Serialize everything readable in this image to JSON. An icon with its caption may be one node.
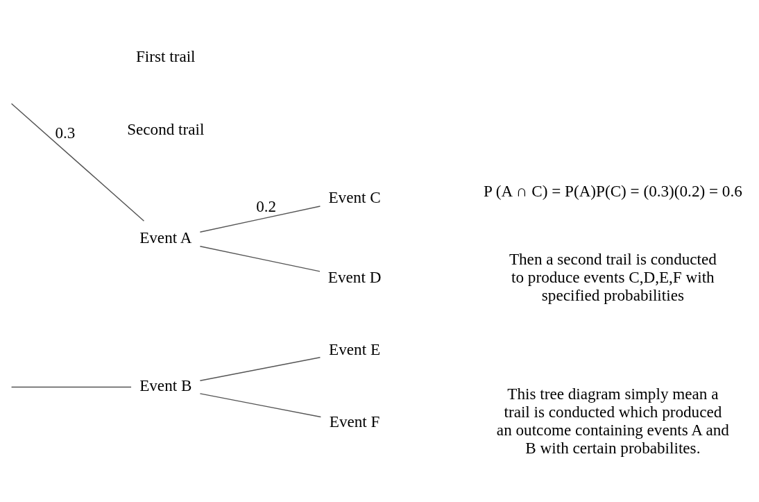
{
  "diagram": {
    "nodes": [
      {
        "text": [
          "Event A"
        ]
      },
      {
        "text": [
          "Event B"
        ]
      },
      {
        "text": [
          "Event C"
        ]
      },
      {
        "text": [
          "Event D"
        ]
      },
      {
        "text": [
          "Event E"
        ]
      },
      {
        "text": [
          "Event F"
        ]
      }
    ],
    "edges": [
      {
        "from": null,
        "to": 0,
        "arrow": "none",
        "label": "0.3"
      },
      {
        "from": null,
        "to": 1,
        "arrow": "none"
      },
      {
        "from": 0,
        "to": 2,
        "arrow": "none",
        "label": "0.2"
      },
      {
        "from": 0,
        "to": 3,
        "arrow": "none"
      },
      {
        "from": 1,
        "to": 4,
        "arrow": "none"
      },
      {
        "from": 1,
        "to": 5,
        "arrow": "none"
      }
    ],
    "labels": [
      "First trail",
      "Second trail",
      "P (A ∩ C) = P(A)P(C) = (0.3)(0.2) = 0.6",
      "This tree diagram simply mean a trail is conducted which produced an outcome containing events A and B with certain probabilites.",
      "Then a second trail is conducted to produce events C,D,E,F with specified probabilities"
    ]
  }
}
